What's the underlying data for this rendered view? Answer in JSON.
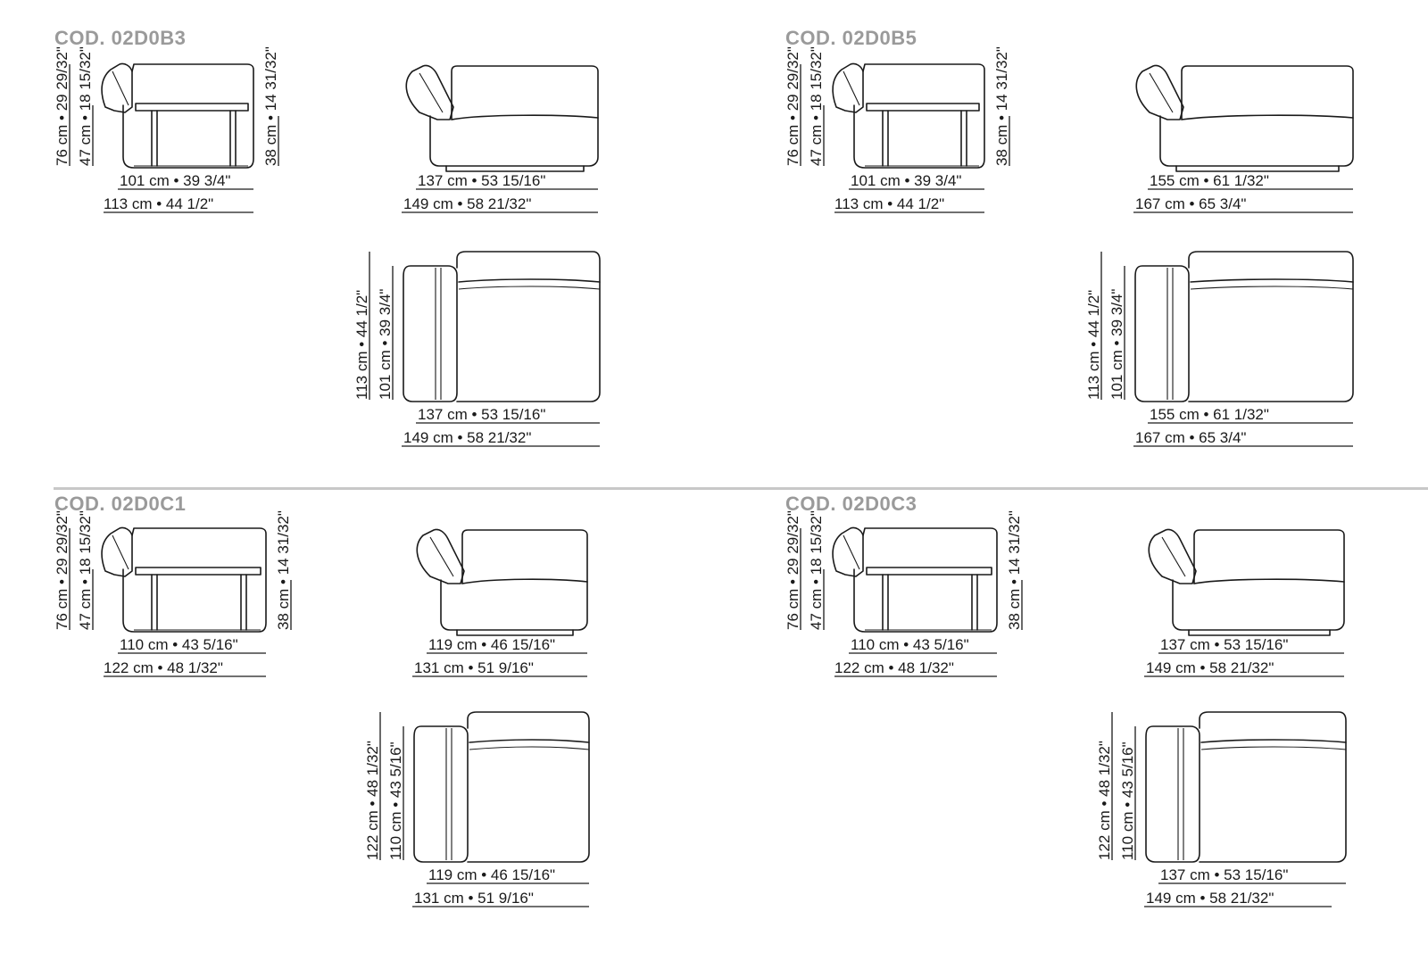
{
  "panels": [
    {
      "code": "COD. 02D0B3",
      "side": {
        "height_total": "76 cm • 29 29/32\"",
        "height_arm": "47 cm • 18 15/32\"",
        "height_seat": "38 cm • 14 31/32\"",
        "depth_inner": "101 cm • 39 3/4\"",
        "depth_outer": "113 cm • 44 1/2\""
      },
      "front": {
        "width_inner": "137 cm • 53 15/16\"",
        "width_outer": "149 cm • 58 21/32\""
      },
      "plan": {
        "depth_outer": "113 cm • 44 1/2\"",
        "depth_inner": "101 cm • 39 3/4\"",
        "width_inner": "137 cm • 53 15/16\"",
        "width_outer": "149 cm • 58 21/32\""
      }
    },
    {
      "code": "COD. 02D0B5",
      "side": {
        "height_total": "76 cm • 29 29/32\"",
        "height_arm": "47 cm • 18 15/32\"",
        "height_seat": "38 cm • 14 31/32\"",
        "depth_inner": "101 cm • 39 3/4\"",
        "depth_outer": "113 cm • 44 1/2\""
      },
      "front": {
        "width_inner": "155 cm • 61 1/32\"",
        "width_outer": "167 cm • 65 3/4\""
      },
      "plan": {
        "depth_outer": "113 cm • 44 1/2\"",
        "depth_inner": "101 cm • 39 3/4\"",
        "width_inner": "155 cm • 61 1/32\"",
        "width_outer": "167 cm • 65 3/4\""
      }
    },
    {
      "code": "COD. 02D0C1",
      "side": {
        "height_total": "76 cm • 29 29/32\"",
        "height_arm": "47 cm • 18 15/32\"",
        "height_seat": "38 cm • 14 31/32\"",
        "depth_inner": "110 cm • 43 5/16\"",
        "depth_outer": "122 cm • 48 1/32\""
      },
      "front": {
        "width_inner": "119 cm • 46 15/16\"",
        "width_outer": "131 cm • 51 9/16\""
      },
      "plan": {
        "depth_outer": "122 cm • 48 1/32\"",
        "depth_inner": "110 cm • 43 5/16\"",
        "width_inner": "119 cm • 46 15/16\"",
        "width_outer": "131 cm • 51 9/16\""
      }
    },
    {
      "code": "COD. 02D0C3",
      "side": {
        "height_total": "76 cm • 29 29/32\"",
        "height_arm": "47 cm • 18 15/32\"",
        "height_seat": "38 cm • 14 31/32\"",
        "depth_inner": "110 cm • 43 5/16\"",
        "depth_outer": "122 cm • 48 1/32\""
      },
      "front": {
        "width_inner": "137 cm • 53 15/16\"",
        "width_outer": "149 cm • 58 21/32\""
      },
      "plan": {
        "depth_outer": "122 cm • 48 1/32\"",
        "depth_inner": "110 cm • 43 5/16\"",
        "width_inner": "137 cm • 53 15/16\"",
        "width_outer": "149 cm • 58 21/32\""
      }
    }
  ]
}
